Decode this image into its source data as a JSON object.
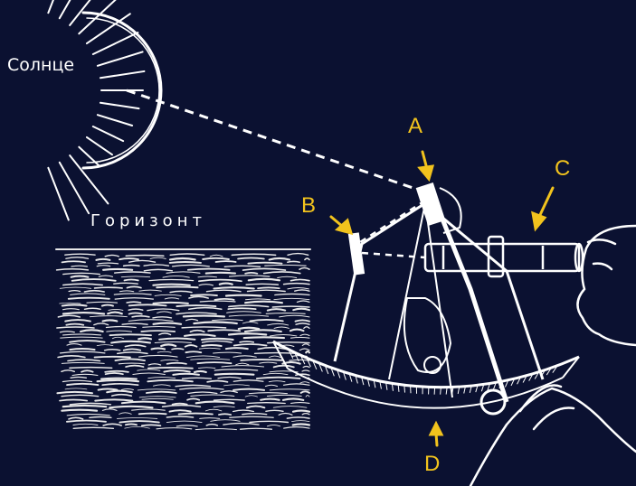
{
  "labels": {
    "sun": "Солнце",
    "horizon": "Горизонт"
  },
  "markers": {
    "a": "A",
    "b": "B",
    "c": "C",
    "d": "D"
  },
  "colors": {
    "background": "#0b1131",
    "line": "#ffffff",
    "marker": "#f2c31d"
  }
}
